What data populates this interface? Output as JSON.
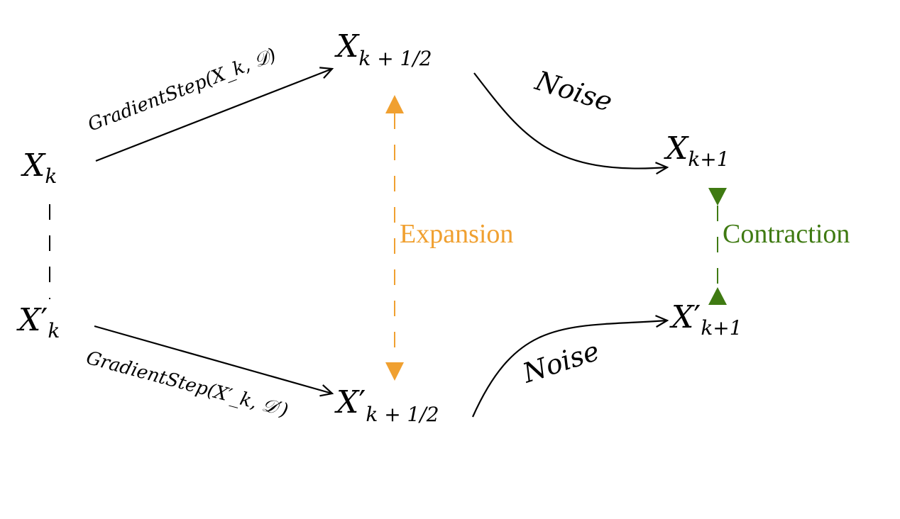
{
  "nodes": {
    "xk": {
      "base": "X",
      "prime": "",
      "sub": "k"
    },
    "xk_p": {
      "base": "X",
      "prime": "′",
      "sub": "k"
    },
    "xhalf": {
      "base": "X",
      "prime": "",
      "sub": "k + 1/2"
    },
    "xhalf_p": {
      "base": "X",
      "prime": "′",
      "sub": "k + 1/2"
    },
    "xnext": {
      "base": "X",
      "prime": "",
      "sub": "k+1"
    },
    "xnext_p": {
      "base": "X",
      "prime": "′",
      "sub": "k+1"
    }
  },
  "edges": {
    "gradient_top": "GradientStep(X_k, 𝒟)",
    "gradient_bottom": "GradientStep(X′_k, 𝒟′)",
    "noise_top": "Noise",
    "noise_bottom": "Noise"
  },
  "labels": {
    "expansion": "Expansion",
    "contraction": "Contraction"
  },
  "colors": {
    "expansion": "#f0a030",
    "contraction": "#3f7a12",
    "ink": "#000000"
  }
}
